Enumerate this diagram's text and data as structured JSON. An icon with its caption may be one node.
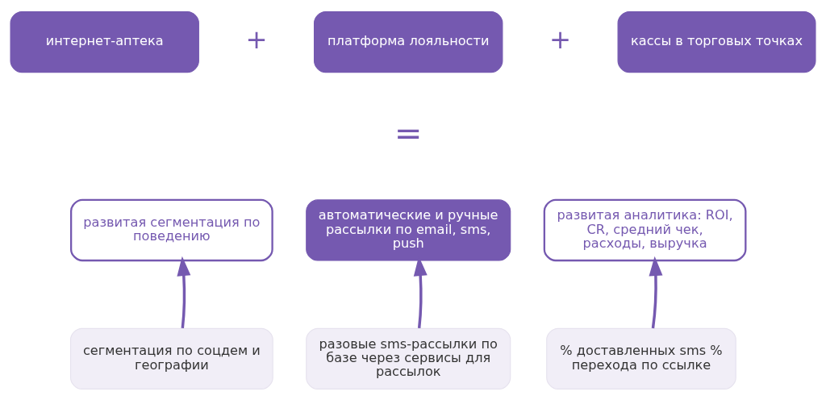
{
  "diagram": {
    "nodes": [
      {
        "text": [
          "интернет-аптека"
        ]
      },
      {
        "text": [
          "платформа лояльности"
        ]
      },
      {
        "text": [
          "кассы в торговых точках"
        ]
      },
      {
        "text": [
          "развитая сегментация по поведению"
        ]
      },
      {
        "text": [
          "автоматические и ручные рассылки по email, sms, push"
        ]
      },
      {
        "text": [
          "развитая аналитика: ROI, CR, средний чек, расходы, выручка"
        ]
      },
      {
        "text": [
          "сегментация по соцдем и географии"
        ]
      },
      {
        "text": [
          "разовые sms-рассылки по базе через сервисы для рассылок"
        ]
      },
      {
        "text": [
          "% доставленных sms % перехода по ссылке"
        ]
      }
    ],
    "edges": [
      {
        "from": 6,
        "to": 3,
        "arrow": "to"
      },
      {
        "from": 7,
        "to": 4,
        "arrow": "to"
      },
      {
        "from": 8,
        "to": 5,
        "arrow": "to"
      }
    ],
    "labels": [
      "+",
      "+",
      "="
    ]
  }
}
